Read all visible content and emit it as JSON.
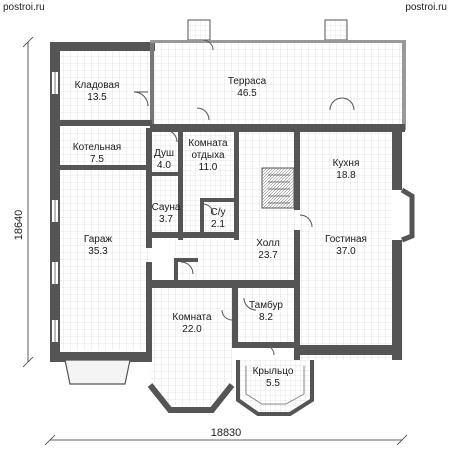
{
  "site": {
    "left": "postroi.ru",
    "right": "postroi.ru"
  },
  "dimensions": {
    "width": "18830",
    "height": "18640"
  },
  "rooms": [
    {
      "key": "storage",
      "name": "Кладовая",
      "area": "13.5"
    },
    {
      "key": "terrace",
      "name": "Терраса",
      "area": "46.5"
    },
    {
      "key": "boiler",
      "name": "Котельная",
      "area": "7.5"
    },
    {
      "key": "shower",
      "name": "Душ",
      "area": "4.0"
    },
    {
      "key": "rest",
      "name": "Комната\nотдыха",
      "area": "11.0"
    },
    {
      "key": "kitchen",
      "name": "Кухня",
      "area": "18.8"
    },
    {
      "key": "sauna",
      "name": "Сауна",
      "area": "3.7"
    },
    {
      "key": "wc",
      "name": "С/у",
      "area": "2.1"
    },
    {
      "key": "garage",
      "name": "Гараж",
      "area": "35.3"
    },
    {
      "key": "hall",
      "name": "Холл",
      "area": "23.7"
    },
    {
      "key": "living",
      "name": "Гостиная",
      "area": "37.0"
    },
    {
      "key": "room",
      "name": "Комната",
      "area": "22.0"
    },
    {
      "key": "vestibule",
      "name": "Тамбур",
      "area": "8.2"
    },
    {
      "key": "porch",
      "name": "Крыльцо",
      "area": "5.5"
    }
  ]
}
